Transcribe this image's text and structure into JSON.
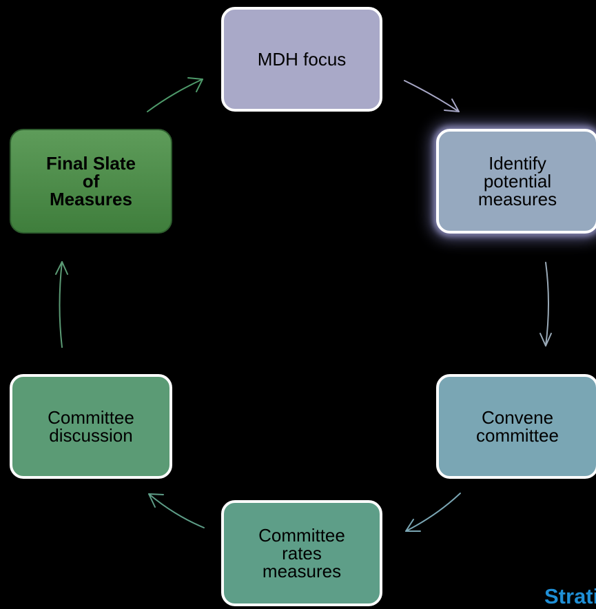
{
  "nodes": {
    "mdh_focus": "MDH focus",
    "identify": "Identify\npotential\nmeasures",
    "convene": "Convene\ncommittee",
    "rates": "Committee\nrates\nmeasures",
    "discussion": "Committee\ndiscussion",
    "final": "Final Slate\nof\nMeasures"
  },
  "watermark": "Stratis",
  "colors": {
    "background": "#000000",
    "mdh_focus": "#a9a9c8",
    "identify": "#96a9bf",
    "convene": "#7aa6b4",
    "rates": "#5e9e88",
    "discussion": "#5b9b75",
    "final": "#4e8d4b",
    "watermark": "#1f8fd6"
  }
}
